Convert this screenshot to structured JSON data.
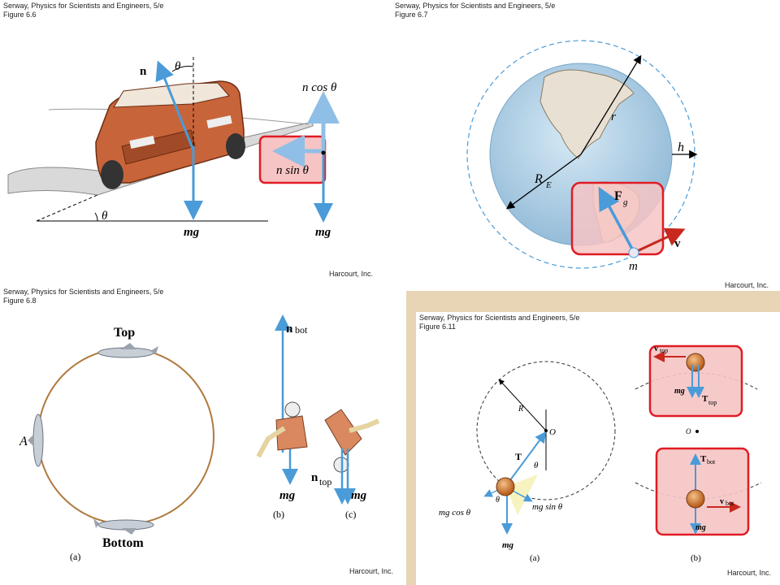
{
  "panels": [
    {
      "caption_line1": "Serway, Physics for Scientists and Engineers, 5/e",
      "caption_line2": "Figure 6.6",
      "credit": "Harcourt, Inc.",
      "labels": {
        "n": "n",
        "theta_top": "θ",
        "theta_road": "θ",
        "mg": "mg",
        "n_cos": "n cos θ",
        "n_sin": "n sin θ",
        "mg_side": "mg"
      }
    },
    {
      "caption_line1": "Serway, Physics for Scientists and Engineers, 5/e",
      "caption_line2": "Figure 6.7",
      "credit": "Harcourt, Inc.",
      "labels": {
        "r": "r",
        "h": "h",
        "RE": "R",
        "RE_sub": "E",
        "Fg": "F",
        "Fg_sub": "g",
        "v": "v",
        "m": "m"
      }
    },
    {
      "caption_line1": "Serway, Physics for Scientists and Engineers, 5/e",
      "caption_line2": "Figure 6.8",
      "credit": "Harcourt, Inc.",
      "labels": {
        "top": "Top",
        "bottom": "Bottom",
        "A": "A",
        "a": "(a)",
        "b": "(b)",
        "c": "(c)",
        "n_bot": "n",
        "n_bot_sub": "bot",
        "mg_b": "mg",
        "n_top": "n",
        "n_top_sub": "top",
        "mg_c": "mg"
      }
    },
    {
      "caption_line1": "Serway, Physics for Scientists and Engineers, 5/e",
      "caption_line2": "Figure 6.11",
      "credit": "Harcourt, Inc.",
      "labels": {
        "R": "R",
        "O": "O",
        "T": "T",
        "theta1": "θ",
        "theta2": "θ",
        "mgcos": "mg cos θ",
        "mgsin": "mg sin θ",
        "mg": "mg",
        "a": "(a)",
        "b": "(b)",
        "v_top": "v",
        "v_top_sub": "top",
        "mg_top": "mg",
        "T_top": "T",
        "T_top_sub": "top",
        "O2": "O",
        "T_bot": "T",
        "T_bot_sub": "bot",
        "v_bot": "v",
        "v_bot_sub": "bot",
        "mg_bot": "mg"
      }
    }
  ],
  "colors": {
    "arrow_blue": "#4a9bd8",
    "highlight_fill": "#f6c4c4",
    "highlight_stroke": "#e01b24",
    "car": "#c8643a",
    "loop": "#b07a3e",
    "earth_ocean": "#a9cde4",
    "velocity_red": "#c8281e"
  }
}
